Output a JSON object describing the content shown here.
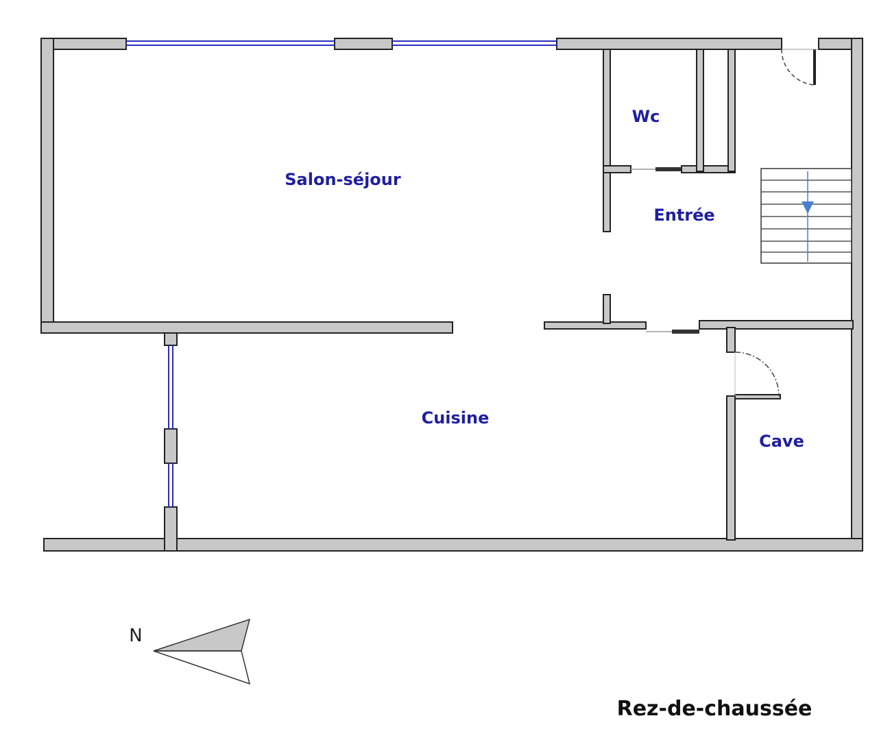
{
  "rooms": {
    "salon": "Salon-séjour",
    "wc": "Wc",
    "entree": "Entrée",
    "cuisine": "Cuisine",
    "cave": "Cave"
  },
  "compass": {
    "label": "N"
  },
  "floor": {
    "label": "Rez-de-chaussée"
  },
  "colors": {
    "wall_fill": "#c8c8c8",
    "wall_stroke": "#222222",
    "room_text": "#1f1fa0",
    "window_line": "#2b2bbf",
    "stair_arrow": "#4a7fd0"
  }
}
